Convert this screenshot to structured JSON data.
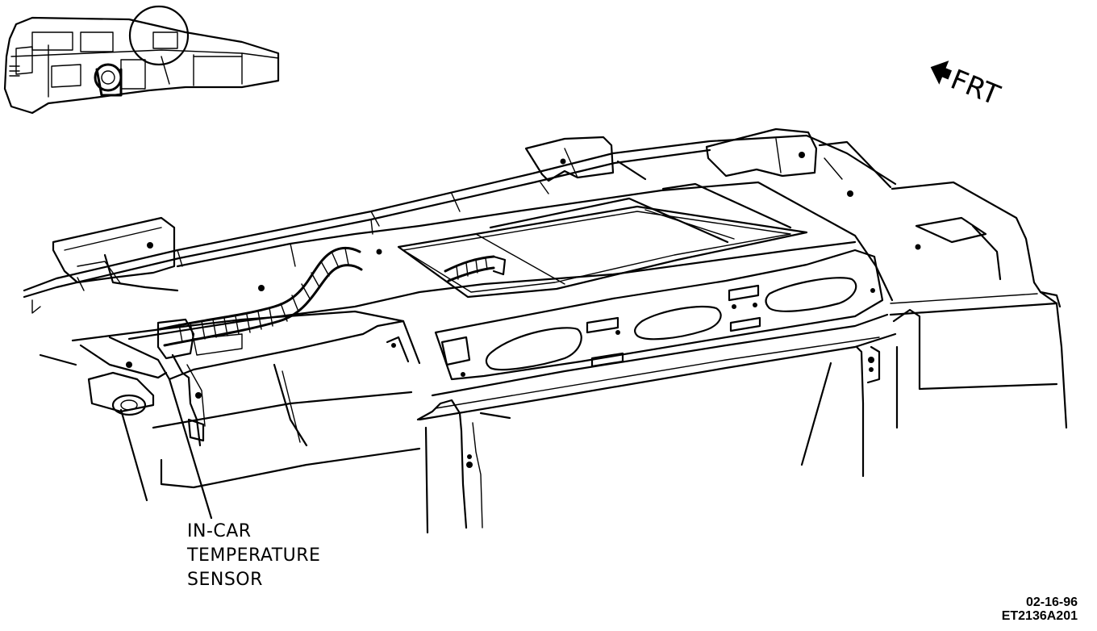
{
  "callout": {
    "line1": "IN-CAR",
    "line2": "TEMPERATURE",
    "line3": "SENSOR"
  },
  "orientation": {
    "label": "FRT",
    "icon": "front-arrow-icon"
  },
  "drawing_code": {
    "date": "02-16-96",
    "id": "ET2136A201"
  }
}
